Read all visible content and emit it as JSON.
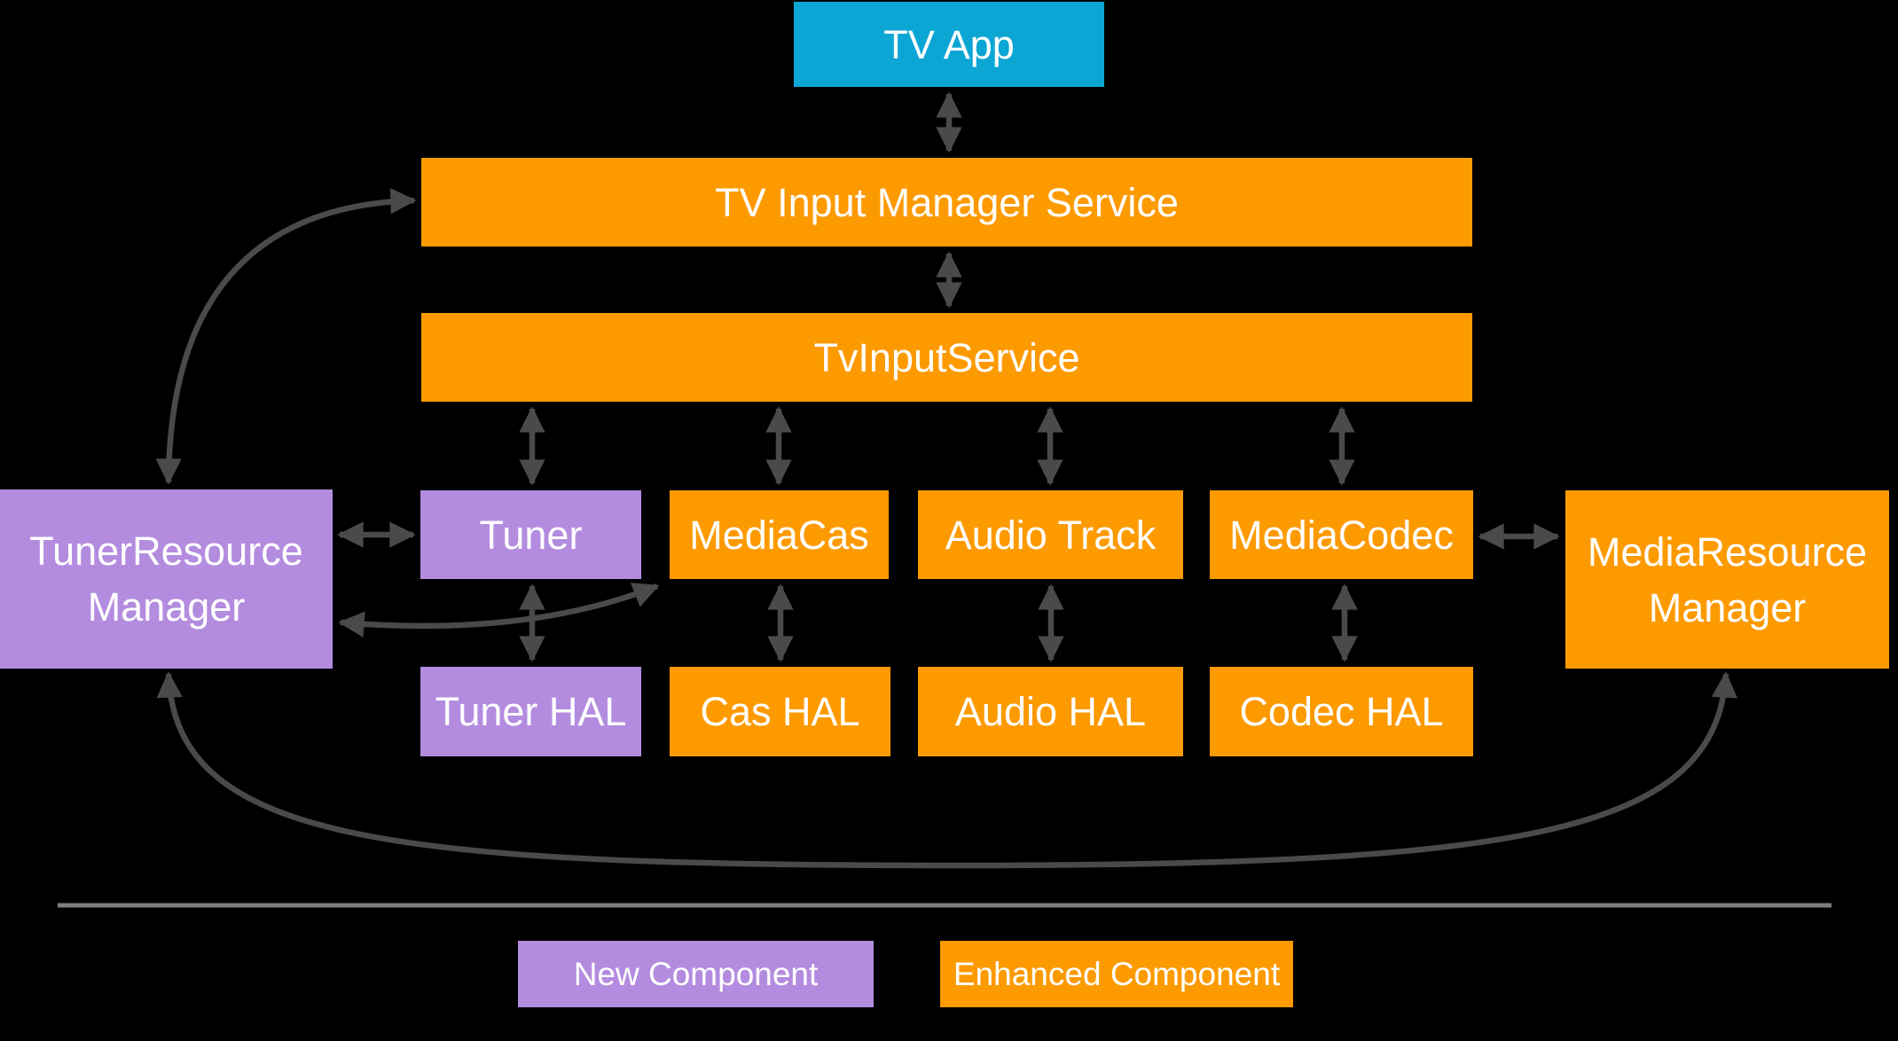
{
  "diagram": {
    "description": "Android TV tuner framework architecture diagram",
    "nodes": {
      "tv_app": {
        "label": "TV App",
        "role": "app"
      },
      "tv_input_manager_service": {
        "label": "TV Input Manager Service",
        "role": "enhanced"
      },
      "tv_input_service": {
        "label": "TvInputService",
        "role": "enhanced"
      },
      "tuner": {
        "label": "Tuner",
        "role": "new"
      },
      "media_cas": {
        "label": "MediaCas",
        "role": "enhanced"
      },
      "audio_track": {
        "label": "Audio Track",
        "role": "enhanced"
      },
      "media_codec": {
        "label": "MediaCodec",
        "role": "enhanced"
      },
      "tuner_resource_manager": {
        "label": "TunerResource Manager",
        "role": "new"
      },
      "media_resource_manager": {
        "label": "MediaResource Manager",
        "role": "enhanced"
      },
      "tuner_hal": {
        "label": "Tuner HAL",
        "role": "new"
      },
      "cas_hal": {
        "label": "Cas HAL",
        "role": "enhanced"
      },
      "audio_hal": {
        "label": "Audio HAL",
        "role": "enhanced"
      },
      "codec_hal": {
        "label": "Codec HAL",
        "role": "enhanced"
      }
    },
    "edges": [
      {
        "from": "TV App",
        "to": "TV Input Manager Service",
        "type": "bidirectional"
      },
      {
        "from": "TV Input Manager Service",
        "to": "TvInputService",
        "type": "bidirectional"
      },
      {
        "from": "TvInputService",
        "to": "Tuner",
        "type": "bidirectional"
      },
      {
        "from": "TvInputService",
        "to": "MediaCas",
        "type": "bidirectional"
      },
      {
        "from": "TvInputService",
        "to": "Audio Track",
        "type": "bidirectional"
      },
      {
        "from": "TvInputService",
        "to": "MediaCodec",
        "type": "bidirectional"
      },
      {
        "from": "Tuner",
        "to": "Tuner HAL",
        "type": "bidirectional"
      },
      {
        "from": "MediaCas",
        "to": "Cas HAL",
        "type": "bidirectional"
      },
      {
        "from": "Audio Track",
        "to": "Audio HAL",
        "type": "bidirectional"
      },
      {
        "from": "MediaCodec",
        "to": "Codec HAL",
        "type": "bidirectional"
      },
      {
        "from": "TunerResource Manager",
        "to": "Tuner",
        "type": "bidirectional"
      },
      {
        "from": "MediaCodec",
        "to": "MediaResource Manager",
        "type": "bidirectional"
      },
      {
        "from": "TunerResource Manager",
        "to": "TV Input Manager Service",
        "type": "bidirectional",
        "shape": "curve"
      },
      {
        "from": "TunerResource Manager",
        "to": "MediaCas",
        "type": "bidirectional",
        "shape": "curve"
      },
      {
        "from": "TunerResource Manager",
        "to": "MediaResource Manager",
        "type": "bidirectional",
        "shape": "curve"
      }
    ]
  },
  "legend": {
    "new_component": "New Component",
    "enhanced_component": "Enhanced Component"
  },
  "colors": {
    "new_component": "#b38cdf",
    "enhanced_component": "#fd9a00",
    "app_component": "#0ca6d4",
    "arrow": "#4a4a4a",
    "divider": "#7f7f7f",
    "background": "#000000",
    "text": "#ffffff"
  }
}
